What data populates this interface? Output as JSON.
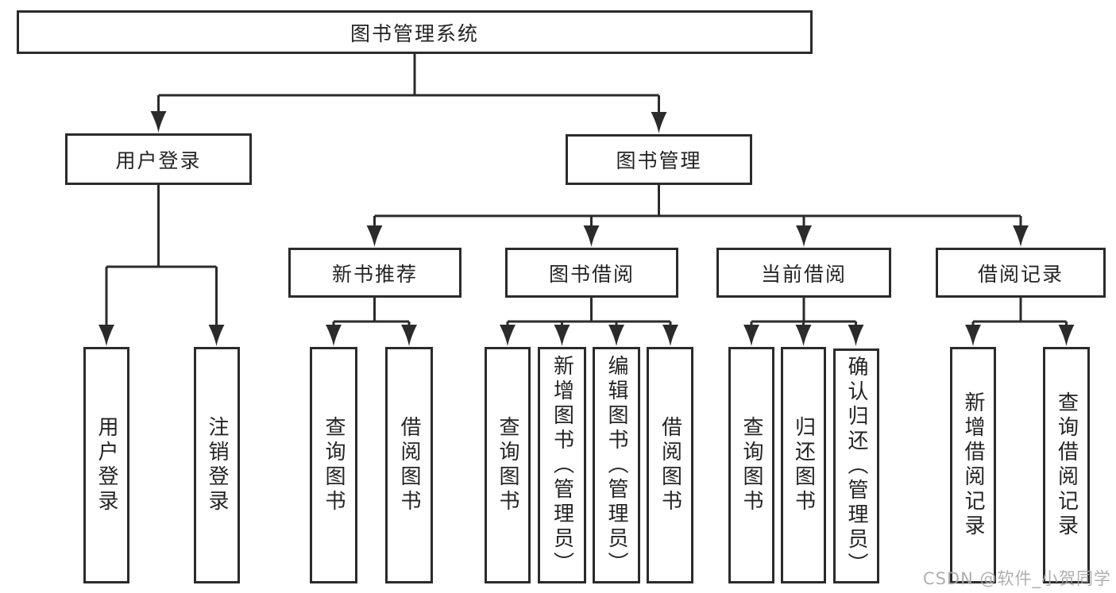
{
  "diagram_type": "hierarchy-tree",
  "colors": {
    "line": "#2b2b2b",
    "box_border": "#2b2b2b",
    "text": "#242424",
    "background": "#ffffff",
    "watermark": "#a8a8a8"
  },
  "tree": {
    "label": "图书管理系统",
    "children": [
      {
        "label": "用户登录",
        "children": [
          {
            "label": "用户登录"
          },
          {
            "label": "注销登录"
          }
        ]
      },
      {
        "label": "图书管理",
        "children": [
          {
            "label": "新书推荐",
            "children": [
              {
                "label": "查询图书"
              },
              {
                "label": "借阅图书"
              }
            ]
          },
          {
            "label": "图书借阅",
            "children": [
              {
                "label": "查询图书"
              },
              {
                "label": "新增图书（管理员）"
              },
              {
                "label": "编辑图书（管理员）"
              },
              {
                "label": "借阅图书"
              }
            ]
          },
          {
            "label": "当前借阅",
            "children": [
              {
                "label": "查询图书"
              },
              {
                "label": "归还图书"
              },
              {
                "label": "确认归还（管理员）"
              }
            ]
          },
          {
            "label": "借阅记录",
            "children": [
              {
                "label": "新增借阅记录"
              },
              {
                "label": "查询借阅记录"
              }
            ]
          }
        ]
      }
    ]
  },
  "watermark": {
    "text": "CSDN @软件_小贺同学"
  }
}
